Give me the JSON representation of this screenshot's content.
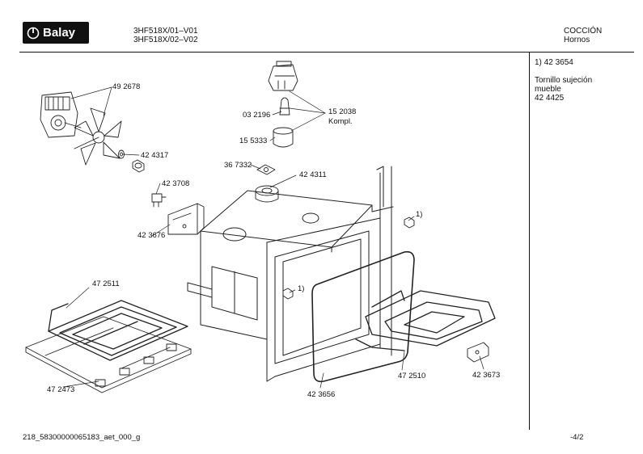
{
  "header": {
    "brand": "Balay",
    "models": [
      "3HF518X/01–V01",
      "3HF518X/02–V02"
    ],
    "category": [
      "COCCIÓN",
      "Hornos"
    ]
  },
  "notes": {
    "ref": "1)  42 3654",
    "desc": [
      "Tornillo sujeción",
      "mueble",
      "42 4425"
    ]
  },
  "labels": {
    "p492678": "49 2678",
    "p424317": "42 4317",
    "p423708": "42 3708",
    "p423676": "42 3676",
    "p032196": "03 2196",
    "p152038": "15 2038",
    "kompl": "Kompl.",
    "p155333": "15 5333",
    "p367332": "36 7332",
    "p424311": "42 4311",
    "ref1a": "1)",
    "ref1b": "1)",
    "p472511": "47 2511",
    "p472473": "47 2473",
    "p423656": "42 3656",
    "p472510": "47 2510",
    "p423673": "42 3673"
  },
  "footer": {
    "code": "218_58300000065183_aet_000_g",
    "page": "-4/2"
  }
}
